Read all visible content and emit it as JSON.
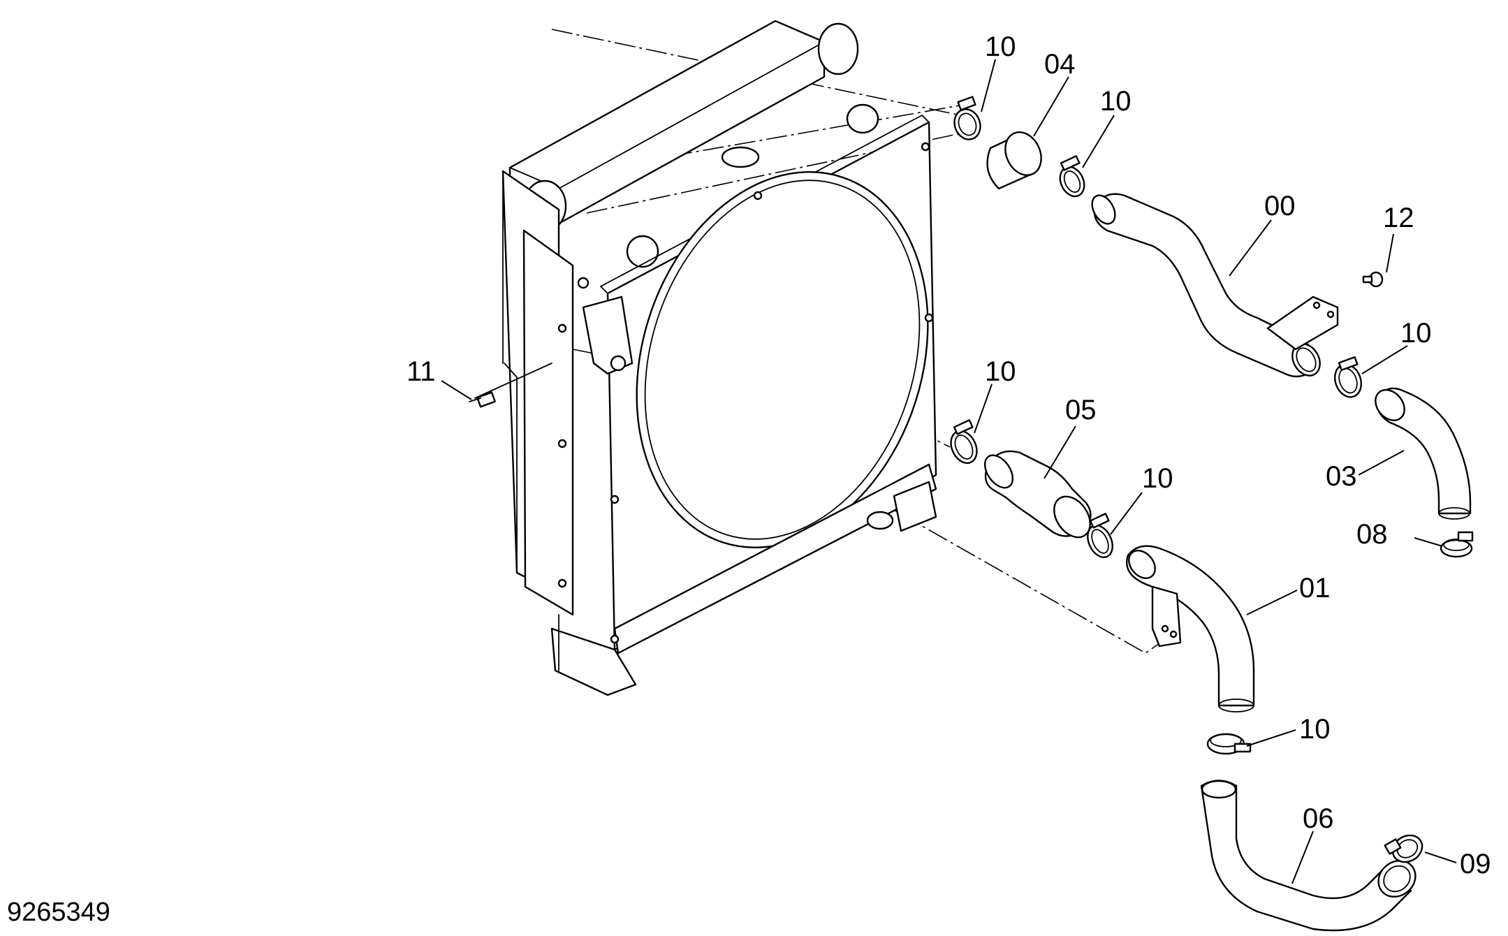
{
  "drawing_number": "9265349",
  "callouts": [
    {
      "id": "p10a",
      "label": "10"
    },
    {
      "id": "p04",
      "label": "04"
    },
    {
      "id": "p10b",
      "label": "10"
    },
    {
      "id": "p00",
      "label": "00"
    },
    {
      "id": "p12",
      "label": "12"
    },
    {
      "id": "p10c",
      "label": "10"
    },
    {
      "id": "p11",
      "label": "11"
    },
    {
      "id": "p10d",
      "label": "10"
    },
    {
      "id": "p05",
      "label": "05"
    },
    {
      "id": "p10e",
      "label": "10"
    },
    {
      "id": "p03",
      "label": "03"
    },
    {
      "id": "p08",
      "label": "08"
    },
    {
      "id": "p01",
      "label": "01"
    },
    {
      "id": "p10f",
      "label": "10"
    },
    {
      "id": "p06",
      "label": "06"
    },
    {
      "id": "p09",
      "label": "09"
    }
  ]
}
